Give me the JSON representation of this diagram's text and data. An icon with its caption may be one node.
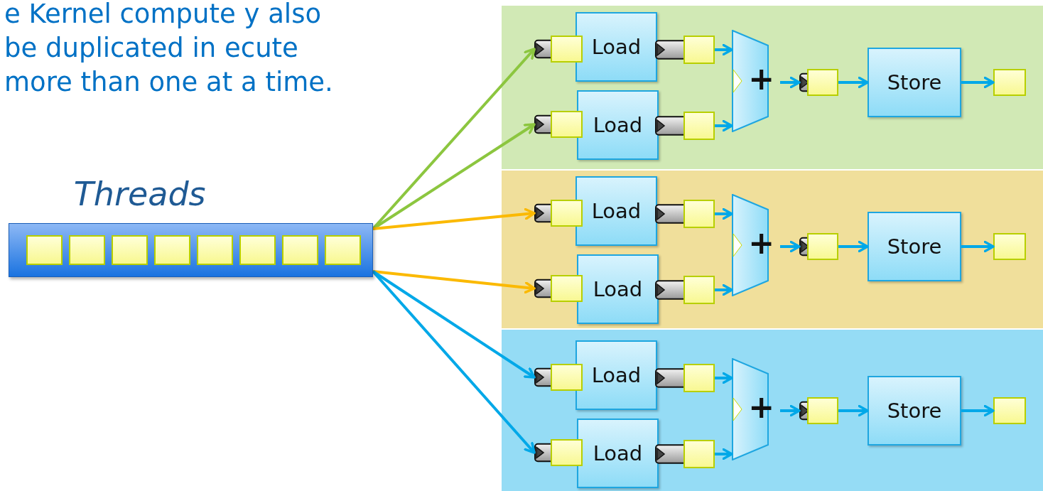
{
  "diagram": {
    "nodes": [
      {
        "text": [
          "Threads"
        ]
      },
      {
        "text": [],
        "shape": "box",
        "in": 0
      },
      {
        "text": [],
        "shape": "box",
        "in": 0
      },
      {
        "text": [],
        "shape": "box",
        "in": 0
      },
      {
        "text": [],
        "shape": "box",
        "in": 0
      },
      {
        "text": [],
        "shape": "box",
        "in": 0
      },
      {
        "text": [],
        "shape": "box",
        "in": 0
      },
      {
        "text": [],
        "shape": "box",
        "in": 0
      },
      {
        "text": [],
        "shape": "box",
        "in": 0
      },
      {
        "text": [],
        "shape": "box"
      },
      {
        "text": [],
        "shape": "box",
        "in": 9
      },
      {
        "text": [
          "Load"
        ],
        "in": 9
      },
      {
        "text": [],
        "shape": "box",
        "in": 9
      },
      {
        "text": [],
        "shape": "box",
        "in": 9
      },
      {
        "text": [
          "Load"
        ],
        "in": 9
      },
      {
        "text": [],
        "shape": "box",
        "in": 9
      },
      {
        "text": [
          "+"
        ],
        "in": 9
      },
      {
        "text": [],
        "shape": "box",
        "in": 9
      },
      {
        "text": [
          "Store"
        ],
        "in": 9
      },
      {
        "text": [],
        "shape": "box",
        "in": 9
      },
      {
        "text": [],
        "shape": "box"
      },
      {
        "text": [],
        "shape": "box",
        "in": 20
      },
      {
        "text": [
          "Load"
        ],
        "in": 20
      },
      {
        "text": [],
        "shape": "box",
        "in": 20
      },
      {
        "text": [],
        "shape": "box",
        "in": 20
      },
      {
        "text": [
          "Load"
        ],
        "in": 20
      },
      {
        "text": [],
        "shape": "box",
        "in": 20
      },
      {
        "text": [
          "+"
        ],
        "in": 20
      },
      {
        "text": [],
        "shape": "box",
        "in": 20
      },
      {
        "text": [
          "Store"
        ],
        "in": 20
      },
      {
        "text": [],
        "shape": "box",
        "in": 20
      },
      {
        "text": [],
        "shape": "box"
      },
      {
        "text": [],
        "shape": "box",
        "in": 31
      },
      {
        "text": [
          "Load"
        ],
        "in": 31
      },
      {
        "text": [],
        "shape": "box",
        "in": 31
      },
      {
        "text": [],
        "shape": "box",
        "in": 31
      },
      {
        "text": [
          "Load"
        ],
        "in": 31
      },
      {
        "text": [],
        "shape": "box",
        "in": 31
      },
      {
        "text": [
          "+"
        ],
        "in": 31
      },
      {
        "text": [],
        "shape": "box",
        "in": 31
      },
      {
        "text": [
          "Store"
        ],
        "in": 31
      },
      {
        "text": [],
        "shape": "box",
        "in": 31
      }
    ],
    "edges": [
      {
        "from": 0,
        "to": 10,
        "arrow": "to",
        "color": "#8cc63f"
      },
      {
        "from": 0,
        "to": 13,
        "arrow": "to",
        "color": "#8cc63f"
      },
      {
        "from": 12,
        "to": 16,
        "arrow": "to"
      },
      {
        "from": 15,
        "to": 16,
        "arrow": "to"
      },
      {
        "from": 16,
        "to": 17,
        "arrow": "to"
      },
      {
        "from": 17,
        "to": 18,
        "arrow": "to"
      },
      {
        "from": 18,
        "to": 19,
        "arrow": "to"
      },
      {
        "from": 0,
        "to": 21,
        "arrow": "to",
        "color": "#fbb900"
      },
      {
        "from": 0,
        "to": 24,
        "arrow": "to",
        "color": "#fbb900"
      },
      {
        "from": 23,
        "to": 27,
        "arrow": "to"
      },
      {
        "from": 26,
        "to": 27,
        "arrow": "to"
      },
      {
        "from": 27,
        "to": 28,
        "arrow": "to"
      },
      {
        "from": 28,
        "to": 29,
        "arrow": "to"
      },
      {
        "from": 29,
        "to": 30,
        "arrow": "to"
      },
      {
        "from": 0,
        "to": 32,
        "arrow": "to"
      },
      {
        "from": 0,
        "to": 35,
        "arrow": "to"
      },
      {
        "from": 34,
        "to": 38,
        "arrow": "to"
      },
      {
        "from": 37,
        "to": 38,
        "arrow": "to"
      },
      {
        "from": 38,
        "to": 39,
        "arrow": "to"
      },
      {
        "from": 39,
        "to": 40,
        "arrow": "to"
      },
      {
        "from": 40,
        "to": 41,
        "arrow": "to"
      }
    ],
    "labels": [
      "e Kernel compute y also be duplicated in ecute more than one at a time."
    ]
  }
}
